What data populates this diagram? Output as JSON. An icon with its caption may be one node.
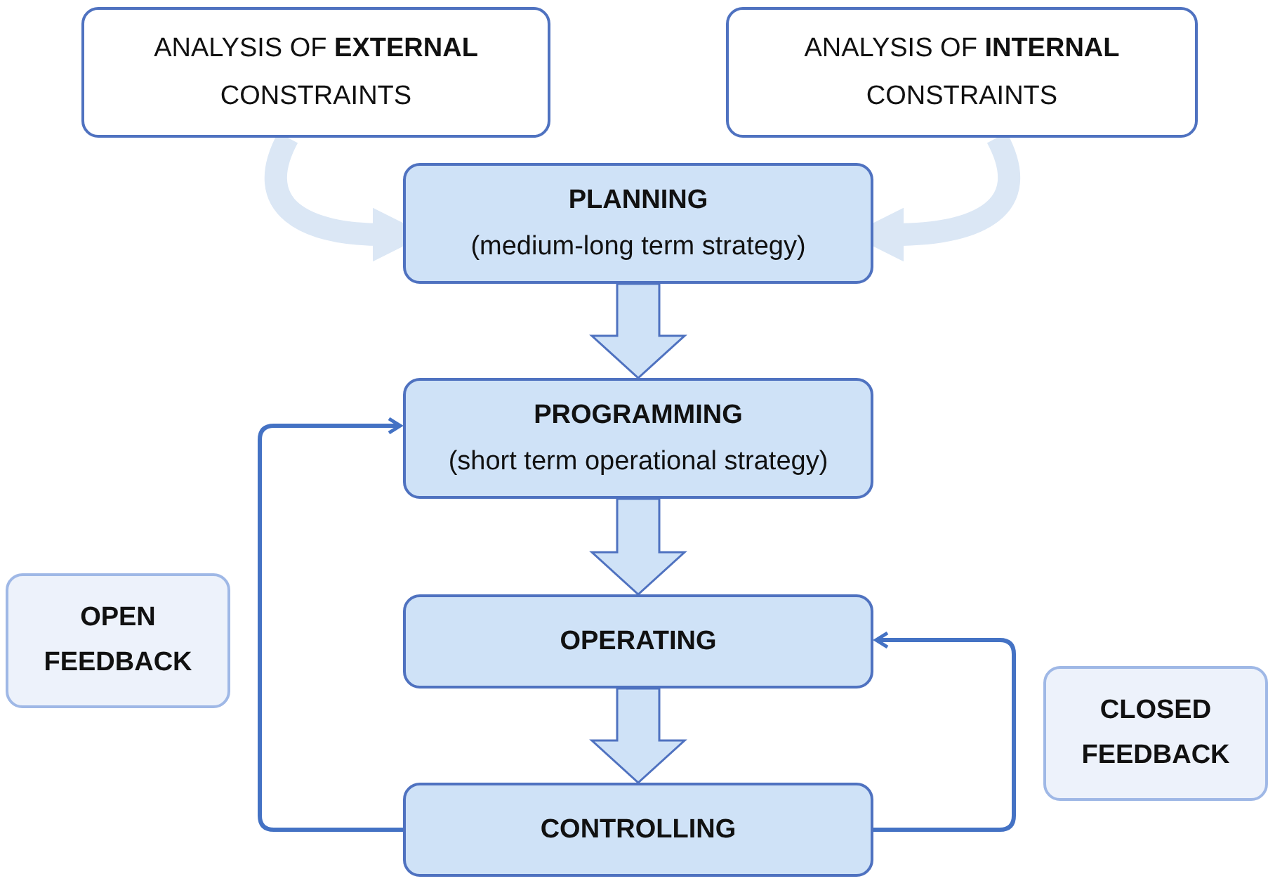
{
  "diagram": {
    "nodes": [
      {
        "text": [
          "ANALYSIS OF **EXTERNAL** CONSTRAINTS"
        ]
      },
      {
        "text": [
          "ANALYSIS OF **INTERNAL** CONSTRAINTS"
        ]
      },
      {
        "text": [
          "PLANNING",
          "(medium-long term strategy)"
        ]
      },
      {
        "text": [
          "PROGRAMMING",
          "(short term operational strategy)"
        ]
      },
      {
        "text": [
          "OPERATING"
        ]
      },
      {
        "text": [
          "CONTROLLING"
        ]
      },
      {
        "text": [
          "OPEN FEEDBACK"
        ]
      },
      {
        "text": [
          "CLOSED FEEDBACK"
        ]
      }
    ],
    "edges": [
      {
        "from": 0,
        "to": 2,
        "arrow": "to",
        "style": "thick"
      },
      {
        "from": 1,
        "to": 2,
        "arrow": "to",
        "style": "thick"
      },
      {
        "from": 2,
        "to": 3,
        "arrow": "to",
        "style": "thick"
      },
      {
        "from": 3,
        "to": 4,
        "arrow": "to",
        "style": "thick"
      },
      {
        "from": 4,
        "to": 5,
        "arrow": "to",
        "style": "thick"
      },
      {
        "from": 5,
        "to": 3,
        "arrow": "to",
        "color": "#4472c4"
      },
      {
        "from": 5,
        "to": 4,
        "arrow": "to",
        "color": "#4472c4"
      }
    ]
  }
}
